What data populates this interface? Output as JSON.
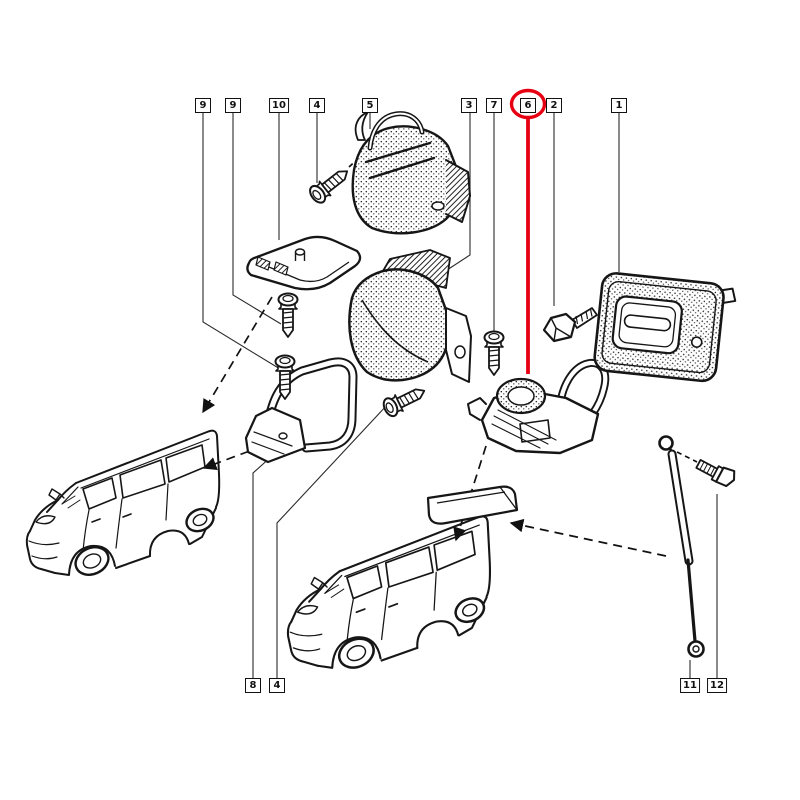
{
  "diagram": {
    "background_color": "#ffffff",
    "line_color": "#161616",
    "leader_color": "#2a2a2a",
    "accent_color": "#e60012",
    "highlighted_callout": "6",
    "top_callouts": [
      {
        "label": "9"
      },
      {
        "label": "9"
      },
      {
        "label": "10"
      },
      {
        "label": "4"
      },
      {
        "label": "5"
      },
      {
        "label": "3"
      },
      {
        "label": "7"
      },
      {
        "label": "6"
      },
      {
        "label": "2"
      },
      {
        "label": "1"
      }
    ],
    "bottom_callouts": [
      {
        "label": "8"
      },
      {
        "label": "4"
      },
      {
        "label": "11"
      },
      {
        "label": "12"
      }
    ],
    "parts": [
      {
        "callout": "1",
        "icon": "tailgate-handle-icon"
      },
      {
        "callout": "2",
        "icon": "hex-bolt-icon"
      },
      {
        "callout": "3",
        "icon": "rubber-buffer-icon"
      },
      {
        "callout": "4",
        "icon": "screw-icon"
      },
      {
        "callout": "5",
        "icon": "hinge-assembly-icon"
      },
      {
        "callout": "6",
        "icon": "lock-striker-bracket-icon"
      },
      {
        "callout": "7",
        "icon": "screw-icon"
      },
      {
        "callout": "8",
        "icon": "check-strap-bracket-icon"
      },
      {
        "callout": "9",
        "icon": "screw-icon"
      },
      {
        "callout": "10",
        "icon": "striker-plate-icon"
      },
      {
        "callout": "11",
        "icon": "gas-strut-icon"
      },
      {
        "callout": "12",
        "icon": "ball-stud-icon"
      }
    ],
    "vehicles": [
      {
        "icon": "van-front-three-quarter-icon"
      },
      {
        "icon": "van-tailgate-open-icon"
      }
    ]
  }
}
